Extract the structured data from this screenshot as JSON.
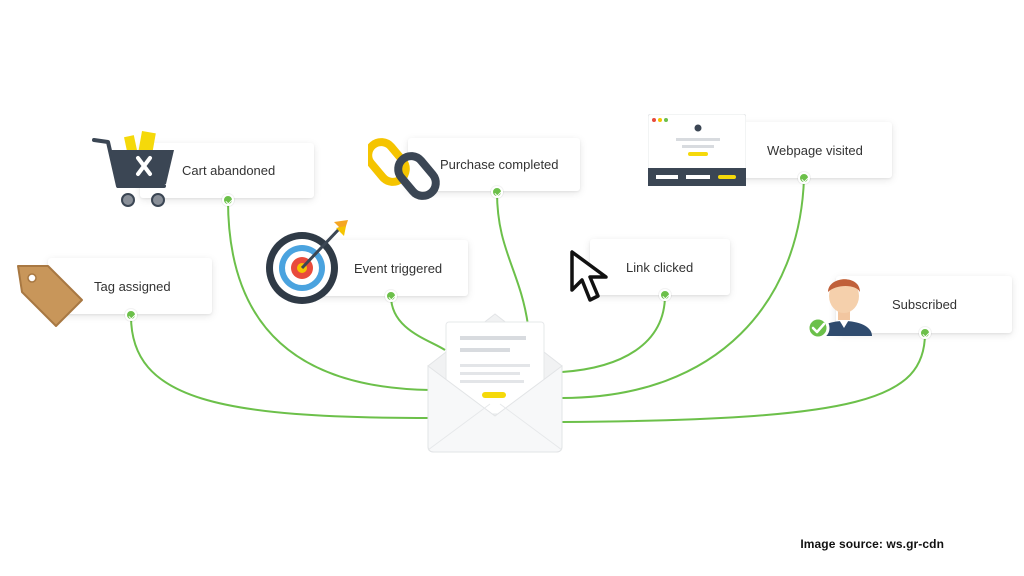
{
  "nodes": {
    "cart_abandoned": {
      "label": "Cart abandoned"
    },
    "purchase_completed": {
      "label": "Purchase completed"
    },
    "webpage_visited": {
      "label": "Webpage visited"
    },
    "tag_assigned": {
      "label": "Tag assigned"
    },
    "event_triggered": {
      "label": "Event triggered"
    },
    "link_clicked": {
      "label": "Link clicked"
    },
    "subscribed": {
      "label": "Subscribed"
    }
  },
  "center": {
    "name": "envelope"
  },
  "colors": {
    "connector": "#6cc04a",
    "accent_yellow": "#f5d90a",
    "dark": "#3b4654"
  },
  "source_text": "Image source: ws.gr-cdn"
}
